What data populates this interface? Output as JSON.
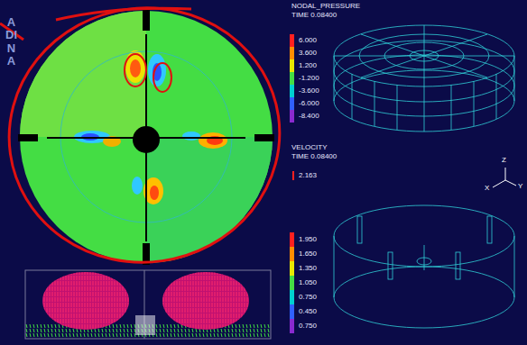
{
  "diagram": {
    "labels": [
      "ADINA",
      "NODAL_PRESSURE",
      "TIME 0.08400",
      "VELOCITY",
      "TIME 0.08400",
      "2.163",
      "Z",
      "X",
      "Y"
    ],
    "legend": [
      {
        "text": "6.000",
        "color": "#ff2020"
      },
      {
        "text": "3.600",
        "color": "#ff8c00"
      },
      {
        "text": "1.200",
        "color": "#e8e800"
      },
      {
        "text": "-1.200",
        "color": "#44dd44"
      },
      {
        "text": "-3.600",
        "color": "#00d0d0"
      },
      {
        "text": "-6.000",
        "color": "#3060ff"
      },
      {
        "text": "-8.400",
        "color": "#8a2ad0"
      },
      {
        "text": "1.950",
        "color": "#ff2020"
      },
      {
        "text": "1.650",
        "color": "#ff8c00"
      },
      {
        "text": "1.350",
        "color": "#e8e800"
      },
      {
        "text": "1.050",
        "color": "#44dd44"
      },
      {
        "text": "0.750",
        "color": "#00d0d0"
      },
      {
        "text": "0.450",
        "color": "#3060ff"
      },
      {
        "text": "0.750",
        "color": "#8a2ad0"
      }
    ]
  }
}
